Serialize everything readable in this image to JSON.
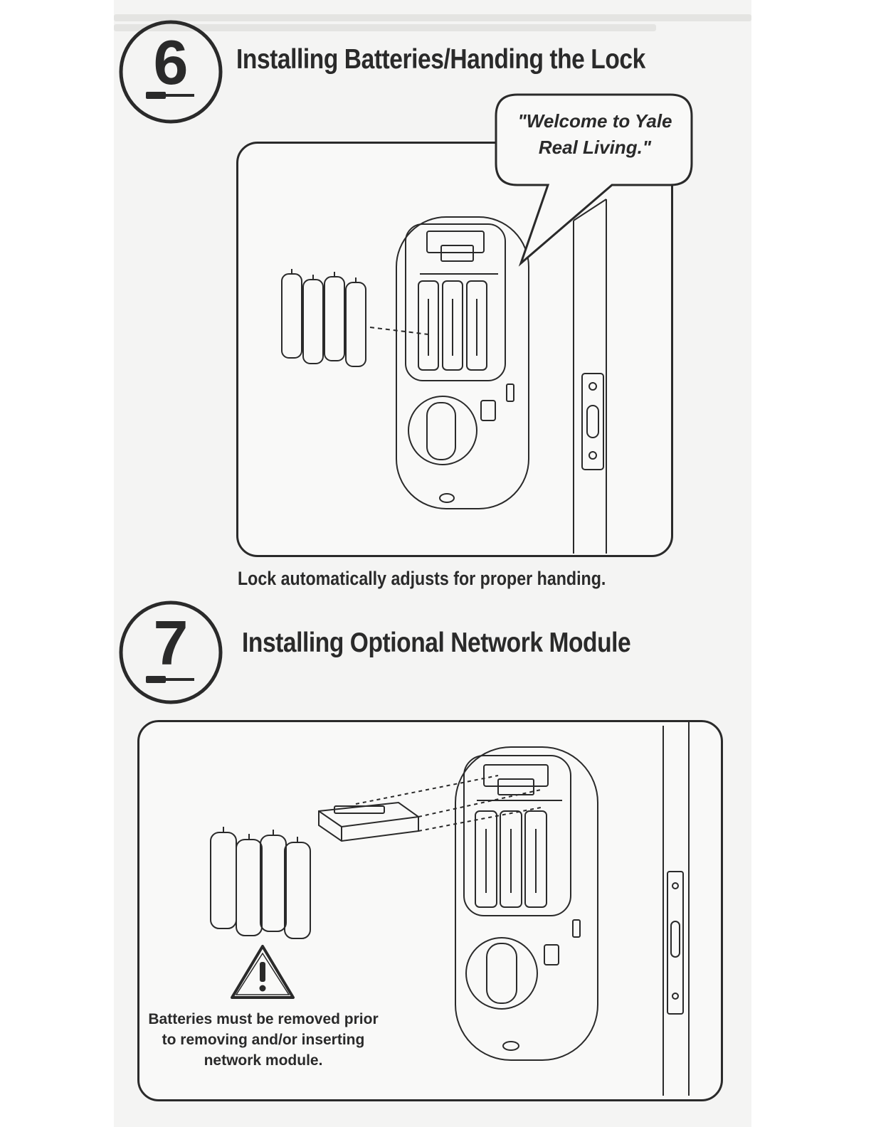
{
  "sections": [
    {
      "number": "6",
      "title": "Installing Batteries/Handing the Lock",
      "speech": "\"Welcome to Yale Real Living.\"",
      "caption": "Lock automatically adjusts for proper handing."
    },
    {
      "number": "7",
      "title": "Installing Optional Network Module",
      "warning": "Batteries must be removed prior to removing and/or inserting network module."
    }
  ],
  "colors": {
    "ink": "#2a2a2a",
    "paper": "#f4f4f3"
  },
  "icons": [
    "screwdriver-icon",
    "warning-triangle-icon"
  ]
}
